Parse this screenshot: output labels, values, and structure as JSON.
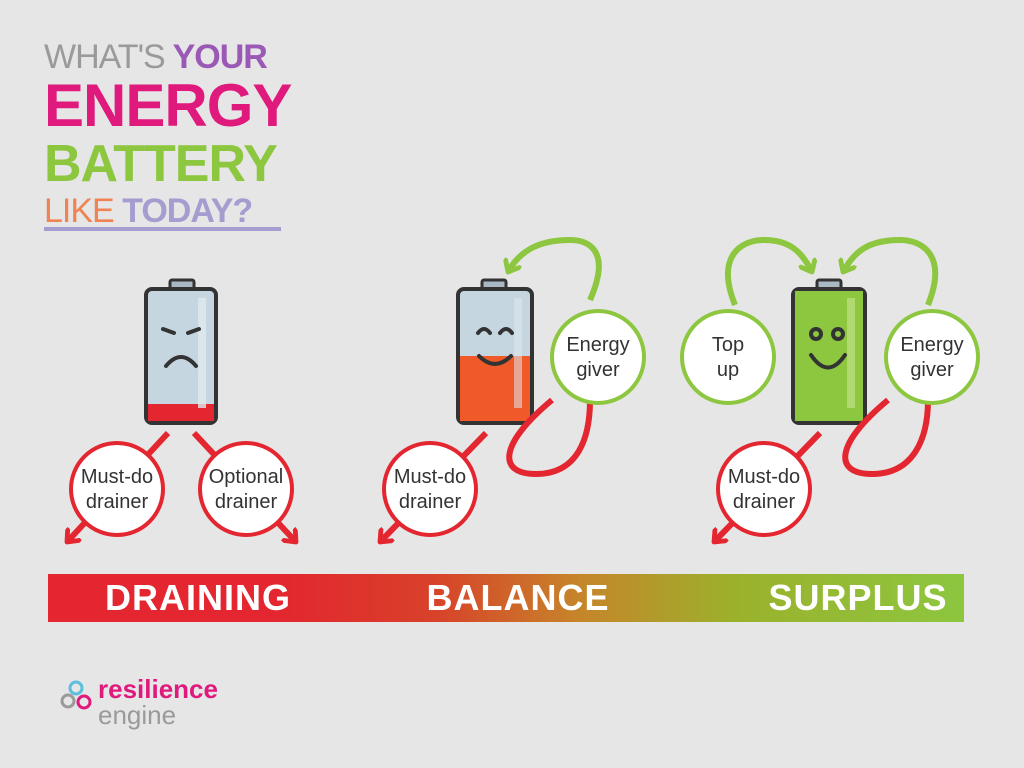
{
  "title": {
    "line1_a": "WHAT'S",
    "line1_b": "YOUR",
    "line2": "ENERGY",
    "line3": "BATTERY",
    "line4_a": "LIKE",
    "line4_b": "TODAY?"
  },
  "batteries": [
    {
      "state": "draining",
      "fill_fraction": 0.14,
      "face": "sad",
      "fill_color": "#e3262f"
    },
    {
      "state": "balance",
      "fill_fraction": 0.5,
      "face": "content",
      "fill_color": "#f05a28"
    },
    {
      "state": "surplus",
      "fill_fraction": 1.0,
      "face": "happy",
      "fill_color": "#8dc63f"
    }
  ],
  "circles": {
    "draining_must_do": [
      "Must-do",
      "drainer"
    ],
    "draining_optional": [
      "Optional",
      "drainer"
    ],
    "balance_must_do": [
      "Must-do",
      "drainer"
    ],
    "balance_giver": [
      "Energy",
      "giver"
    ],
    "surplus_top_up": [
      "Top",
      "up"
    ],
    "surplus_giver": [
      "Energy",
      "giver"
    ],
    "surplus_must_do": [
      "Must-do",
      "drainer"
    ]
  },
  "scale": {
    "draining": "DRAINING",
    "balance": "BALANCE",
    "surplus": "SURPLUS"
  },
  "logo": {
    "line1": "resilience",
    "line2": "engine"
  },
  "colors": {
    "drain_red": "#e3262f",
    "giver_green": "#8dc63f",
    "balance_orange": "#f05a28",
    "title_pink": "#e0197d",
    "title_purple": "#9b59b6"
  }
}
